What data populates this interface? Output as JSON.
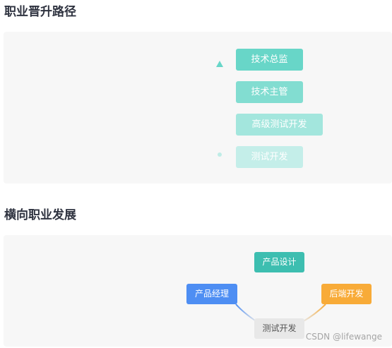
{
  "promotion": {
    "title": "职业晋升路径",
    "levels": [
      "技术总监",
      "技术主管",
      "高级测试开发",
      "测试开发"
    ],
    "colors": [
      "#68d6c8",
      "#82ddd1",
      "#a3e6dd",
      "#c4eee9"
    ],
    "arrow_color": "#7fd9cc"
  },
  "horizontal": {
    "title": "横向职业发展",
    "center": {
      "label": "测试开发",
      "color": "#e8e8e8",
      "text_color": "#555555"
    },
    "branches": [
      {
        "label": "产品经理",
        "color": "#4e8ef3"
      },
      {
        "label": "产品设计",
        "color": "#3dbeb0"
      },
      {
        "label": "后端开发",
        "color": "#f8ab38"
      }
    ]
  },
  "watermark": "CSDN @lifewange"
}
